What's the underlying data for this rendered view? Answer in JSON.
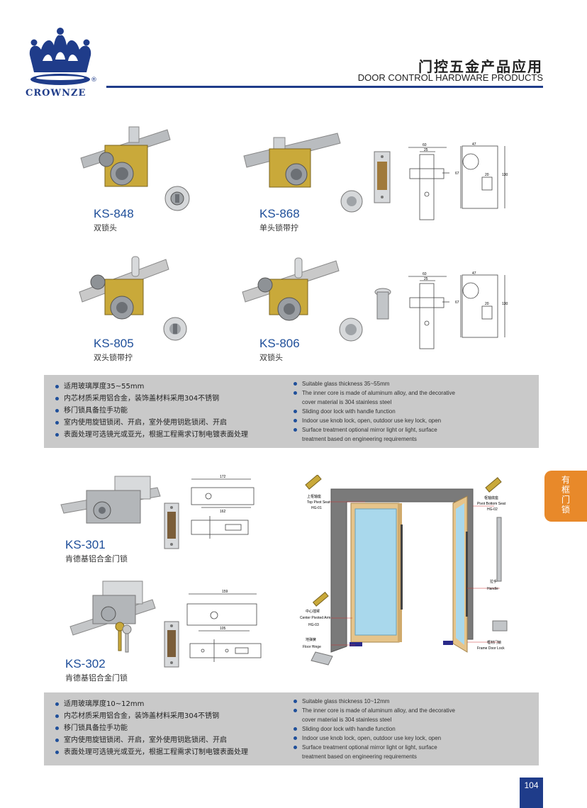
{
  "header": {
    "brand": "CROWNZE",
    "registered_mark": "®",
    "title_cn": "门控五金产品应用",
    "title_en": "DOOR CONTROL HARDWARE PRODUCTS"
  },
  "products_top": [
    {
      "model": "KS-848",
      "desc": "双锁头"
    },
    {
      "model": "KS-868",
      "desc": "单头锁带拧"
    },
    {
      "model": "KS-805",
      "desc": "双头锁带拧"
    },
    {
      "model": "KS-806",
      "desc": "双锁头"
    }
  ],
  "drawing_dims": {
    "d1": "60",
    "d2": "25",
    "d3": "47",
    "d4": "130",
    "d5": "67",
    "d6": "20"
  },
  "spec1": {
    "cn": [
      "适用玻璃厚度35~55mm",
      "内芯材质采用铝合金，装饰盖材料采用304不锈钢",
      "移门锁具备拉手功能",
      "室内使用旋钮锁闭、开启，室外使用钥匙锁闭、开启",
      "表面处理可选镜光或亚光，根据工程需求订制电镀表面处理"
    ],
    "en": [
      [
        "Suitable glass thickness 35~55mm"
      ],
      [
        "The inner core is made of aluminum alloy, and the decorative",
        "cover material is 304 stainless steel"
      ],
      [
        "Sliding door lock with handle function"
      ],
      [
        "Indoor use knob lock, open, outdoor use key lock, open"
      ],
      [
        "Surface treatment optional mirror light or light, surface",
        "treatment based on engineering requirements"
      ]
    ]
  },
  "products_bottom": [
    {
      "model": "KS-301",
      "desc": "肯德基铝合金门锁"
    },
    {
      "model": "KS-302",
      "desc": "肯德基铝合金门锁"
    }
  ],
  "drawing_dims2": {
    "a": "172",
    "b": "162",
    "c": "159",
    "d": "105"
  },
  "door_diagram": {
    "top_pivot_cn": "上枢轴座",
    "top_pivot_en": "Top Pivot Seat",
    "top_pivot_code": "HG-01",
    "pivot_bottom_cn": "枢轴底座",
    "pivot_bottom_en": "Pivot Bottom Seat",
    "pivot_bottom_code": "HG-02",
    "handle_cn": "拉手",
    "handle_en": "Handle",
    "center_pivot_cn": "中心插臂",
    "center_pivot_en": "Center Pivoted Arm",
    "center_pivot_code": "HG-03",
    "floor_hinge_cn": "地弹簧",
    "floor_hinge_en": "Floor Hinge",
    "frame_lock_cn": "框材门锁",
    "frame_lock_en": "Frame Door Lock"
  },
  "spec2": {
    "cn": [
      "适用玻璃厚度10~12mm",
      "内芯材质采用铝合金，装饰盖材料采用304不锈钢",
      "移门锁具备拉手功能",
      "室内使用旋钮锁闭、开启，室外使用钥匙锁闭、开启",
      "表面处理可选镜光或亚光，根据工程需求订制电镀表面处理"
    ],
    "en": [
      [
        "Suitable glass thickness 10~12mm"
      ],
      [
        "The inner core is made of aluminum alloy, and the decorative",
        "cover material is 304 stainless steel"
      ],
      [
        "Sliding door lock with handle function"
      ],
      [
        "Indoor use knob lock, open, outdoor use key lock, open"
      ],
      [
        "Surface treatment optional mirror light or light, surface",
        "treatment based on engineering requirements"
      ]
    ]
  },
  "side_tab": "有框门锁",
  "page_number": "104",
  "colors": {
    "brand_blue": "#1f3c8a",
    "accent_orange": "#e8892a",
    "spec_gray": "#c9c9c9"
  }
}
